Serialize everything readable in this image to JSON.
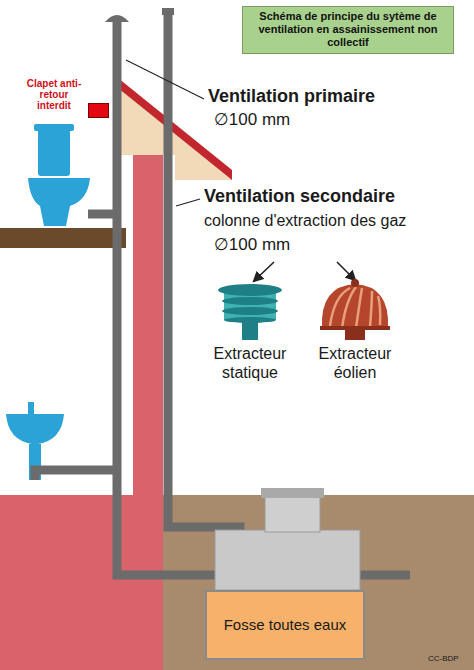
{
  "diagram": {
    "title": "Schéma de principe du sytème de ventilation en assainissement non collectif",
    "nodes": [
      {
        "text": [
          "Clapet anti-retour interdit"
        ]
      },
      {
        "text": [
          "Extracteur statique"
        ]
      },
      {
        "text": [
          "Extracteur éolien"
        ]
      },
      {
        "text": [
          "Fosse toutes eaux"
        ]
      }
    ],
    "labels": [
      "Ventilation primaire",
      "∅100 mm",
      "Ventilation secondaire",
      "colonne d'extraction des gaz",
      "∅100 mm",
      "CC-BDP"
    ]
  }
}
